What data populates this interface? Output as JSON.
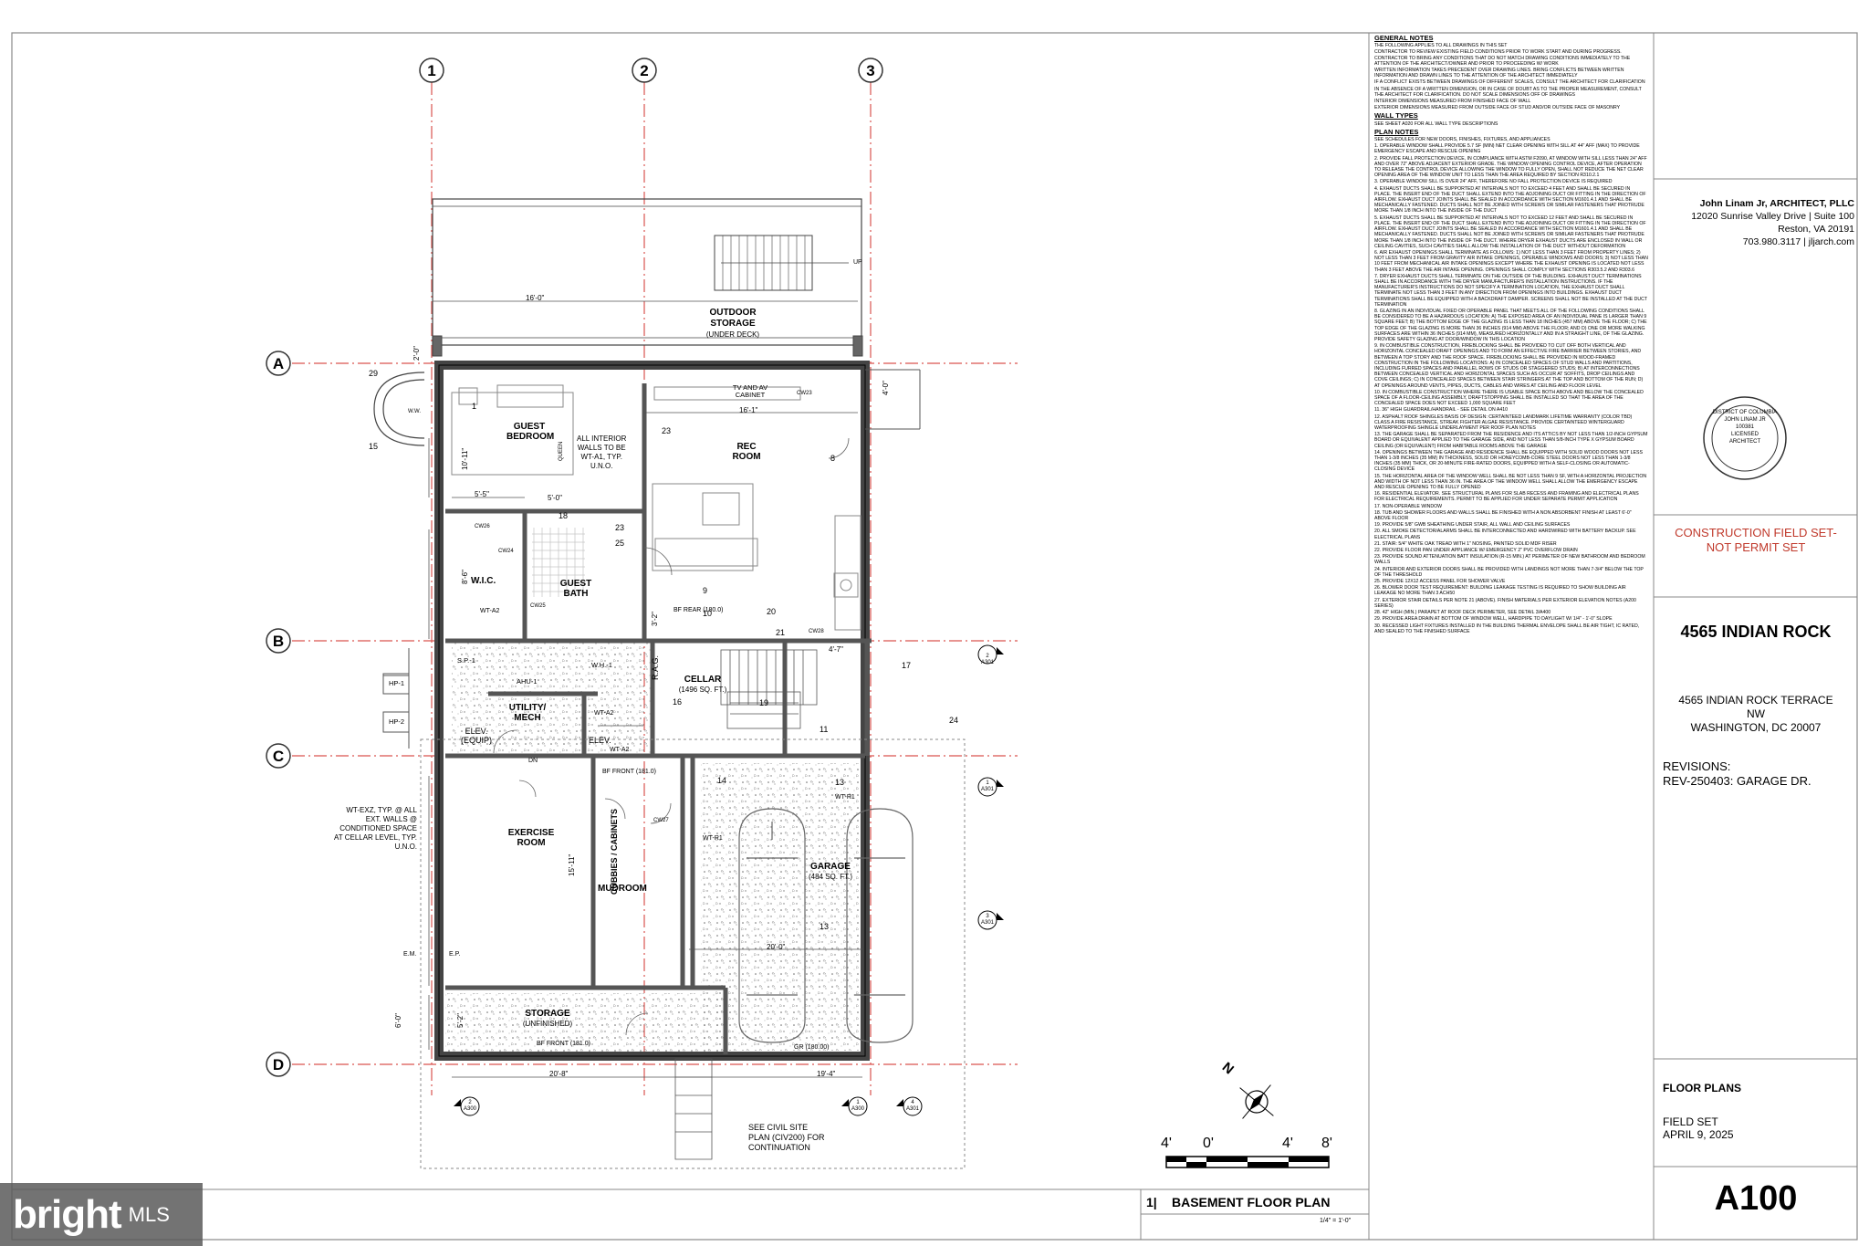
{
  "grid": {
    "cols": [
      "1",
      "2",
      "3"
    ],
    "rows": [
      "A",
      "B",
      "C",
      "D"
    ]
  },
  "firm": {
    "name": "John Linam Jr, ARCHITECT, PLLC",
    "address1": "12020 Sunrise Valley Drive | Suite 100",
    "address2": "Reston, VA 20191",
    "contact": "703.980.3117 | jljarch.com"
  },
  "seal": {
    "line1": "DISTRICT OF COLUMBIA",
    "line2": "JOHN LINAM JR",
    "number": "100381",
    "line3": "LICENSED",
    "line4": "ARCHITECT"
  },
  "status": {
    "line1": "CONSTRUCTION FIELD SET-",
    "line2": "NOT PERMIT SET",
    "color": "#c0392b"
  },
  "project": {
    "title": "4565 INDIAN ROCK",
    "address1": "4565 INDIAN ROCK TERRACE",
    "address2": "NW",
    "address3": "WASHINGTON, DC 20007",
    "revisions_label": "REVISIONS:",
    "revision": "REV-250403: GARAGE DR."
  },
  "sheet": {
    "name": "FLOOR PLANS",
    "set": "FIELD SET",
    "date": "APRIL 9, 2025",
    "number": "A100"
  },
  "drawing": {
    "number": "1|",
    "title": "BASEMENT FLOOR PLAN",
    "scale": "1/4\" = 1'-0\""
  },
  "scale_bar": {
    "labels": [
      "4'",
      "0'",
      "4'",
      "8'"
    ]
  },
  "north_label": "N",
  "rooms": {
    "outdoor": "OUTDOOR",
    "storage_under": "STORAGE",
    "under_deck": "(UNDER DECK)",
    "guest_bedroom": "GUEST",
    "bedroom": "BEDROOM",
    "rec_room": "REC",
    "room": "ROOM",
    "wic": "W.I.C.",
    "guest_bath1": "GUEST",
    "guest_bath2": "BATH",
    "cellar": "CELLAR",
    "cellar_area": "(1496 SQ. FT.)",
    "utility": "UTILITY/",
    "mech": "MECH",
    "elev_equip1": "ELEV.",
    "elev_equip2": "(EQUIP)",
    "elev": "ELEV.",
    "exercise": "EXERCISE",
    "exercise_room": "ROOM",
    "mudroom": "MUDROOM",
    "cubbies": "CUBBIES / CABINETS",
    "garage": "GARAGE",
    "garage_area": "(484 SQ. FT.)",
    "storage": "STORAGE",
    "unfinished": "(UNFINISHED)",
    "rag": "R.A.G.",
    "queen": "QUEEN",
    "tv1": "TV AND AV",
    "tv2": "CABINET",
    "ahu": "AHU-1",
    "sp": "S.P.-1",
    "wh": "W.H.-1",
    "hp1": "HP-1",
    "hp2": "HP-2",
    "ww": "W.W."
  },
  "notes_on_plan": {
    "interior_walls": "ALL INTERIOR\nWALLS TO BE\nWT-A1, TYP.\nU.N.O.",
    "ext_walls": "WT-EXZ, TYP. @ ALL\nEXT. WALLS @\nCONDITIONED SPACE\nAT CELLAR LEVEL, TYP.\nU.N.O.",
    "civil": "SEE CIVIL SITE\nPLAN (CIV200) FOR\nCONTINUATION",
    "bf_rear": "BF REAR (180.0)",
    "bf_front": "BF FRONT (181.0)",
    "bf_front2": "BF FRONT (181.0)",
    "gr": "GR (180.00)",
    "up": "UP",
    "dn": "DN",
    "em": "E.M.",
    "ep": "E.P."
  },
  "dims": {
    "d16": "16'-0\"",
    "d161": "16'-1\"",
    "d20": "20'-8\"",
    "d194": "19'-4\"",
    "d50": "5'-0\"",
    "d55": "5'-5\"",
    "d86": "8'-6\"",
    "d1011": "10'-11\"",
    "d1511": "15'-11\"",
    "d60": "6'-0\"",
    "d200": "20'-0\"",
    "d47": "4'-7\"",
    "d32": "3'-2\"",
    "d52": "5'-2\"",
    "d20b": "2'-0\"",
    "d40": "4'-0\""
  },
  "tags": [
    "1",
    "8",
    "9",
    "10",
    "11",
    "13",
    "13",
    "14",
    "15",
    "16",
    "17",
    "18",
    "19",
    "20",
    "21",
    "23",
    "23",
    "24",
    "25",
    "29"
  ],
  "wall_tags": [
    "WT-A2",
    "WT-A2",
    "WT-A2",
    "WT-R1",
    "WT-R1",
    "CW23",
    "CW24",
    "CW25",
    "CW26",
    "CW27",
    "CW28"
  ],
  "general_notes": {
    "heading": "GENERAL NOTES",
    "items": [
      "THE FOLLOWING APPLIES TO ALL DRAWINGS IN THIS SET",
      "CONTRACTOR TO REVIEW EXISTING FIELD CONDITIONS PRIOR TO WORK START AND DURING PROGRESS. CONTRACTOR TO BRING ANY CONDITIONS THAT DO NOT MATCH DRAWING CONDITIONS IMMEDIATELY TO THE ATTENTION OF THE ARCHITECT/OWNER AND PRIOR TO PROCEEDING W/ WORK",
      "WRITTEN INFORMATION TAKES PRECEDENT OVER DRAWING LINES. BRING CONFLICTS BETWEEN WRITTEN INFORMATION AND DRAWN LINES TO THE ATTENTION OF THE ARCHITECT IMMEDIATELY",
      "IF A CONFLICT EXISTS BETWEEN DRAWINGS OF DIFFERENT SCALES, CONSULT THE ARCHITECT FOR CLARIFICATION",
      "IN THE ABSENCE OF A WRITTEN DIMENSION, OR IN CASE OF DOUBT AS TO THE PROPER MEASUREMENT, CONSULT THE ARCHITECT FOR CLARIFICATION. DO NOT SCALE DIMENSIONS OFF OF DRAWINGS",
      "INTERIOR DIMENSIONS MEASURED FROM FINISHED FACE OF WALL",
      "EXTERIOR DIMENSIONS MEASURED FROM OUTSIDE FACE OF STUD AND/OR OUTSIDE FACE OF MASONRY"
    ]
  },
  "wall_types": {
    "heading": "WALL TYPES",
    "text": "SEE SHEET A020 FOR ALL WALL TYPE DESCRIPTIONS"
  },
  "plan_notes": {
    "heading": "PLAN NOTES",
    "intro": "SEE SCHEDULES FOR NEW DOORS, FINISHES, FIXTURES, AND APPLIANCES",
    "items": [
      "1. OPERABLE WINDOW SHALL PROVIDE 5.7 SF (MIN) NET CLEAR OPENING WITH SILL AT 44\" AFF (MAX) TO PROVIDE EMERGENCY ESCAPE AND RESCUE OPENING",
      "2. PROVIDE FALL PROTECTION DEVICE, IN COMPLIANCE WITH ASTM F2090, AT WINDOW WITH SILL LESS THAN 24\" AFF AND OVER 72\" ABOVE ADJACENT EXTERIOR GRADE. THE WINDOW OPENING CONTROL DEVICE, AFTER OPERATION TO RELEASE THE CONTROL DEVICE ALLOWING THE WINDOW TO FULLY OPEN, SHALL NOT REDUCE THE NET CLEAR OPENING AREA OF THE WINDOW UNIT TO LESS THAN THE AREA REQUIRED BY SECTION R310.2.1",
      "3. OPERABLE WINDOW SILL IS OVER 24\" AFF, THEREFORE NO FALL PROTECTION DEVICE IS REQUIRED",
      "4. EXHAUST DUCTS SHALL BE SUPPORTED AT INTERVALS NOT TO EXCEED 4 FEET AND SHALL BE SECURED IN PLACE. THE INSERT END OF THE DUCT SHALL EXTEND INTO THE ADJOINING DUCT OR FITTING IN THE DIRECTION OF AIRFLOW. EXHAUST DUCT JOINTS SHALL BE SEALED IN ACCORDANCE WITH SECTION M1601.4.1 AND SHALL BE MECHANICALLY FASTENED. DUCTS SHALL NOT BE JOINED WITH SCREWS OR SIMILAR FASTENERS THAT PROTRUDE MORE THAN 1/8 INCH INTO THE INSIDE OF THE DUCT",
      "5. EXHAUST DUCTS SHALL BE SUPPORTED AT INTERVALS NOT TO EXCEED 12 FEET AND SHALL BE SECURED IN PLACE. THE INSERT END OF THE DUCT SHALL EXTEND INTO THE ADJOINING DUCT OR FITTING IN THE DIRECTION OF AIRFLOW. EXHAUST DUCT JOINTS SHALL BE SEALED IN ACCORDANCE WITH SECTION M1601.4.1 AND SHALL BE MECHANICALLY FASTENED. DUCTS SHALL NOT BE JOINED WITH SCREWS OR SIMILAR FASTENERS THAT PROTRUDE MORE THAN 1/8 INCH INTO THE INSIDE OF THE DUCT. WHERE DRYER EXHAUST DUCTS ARE ENCLOSED IN WALL OR CEILING CAVITIES, SUCH CAVITIES SHALL ALLOW THE INSTALLATION OF THE DUCT WITHOUT DEFORMATION",
      "6. AIR EXHAUST OPENINGS SHALL TERMINATE AS FOLLOWS: 1) NOT LESS THAN 3 FEET FROM PROPERTY LINES; 2) NOT LESS THAN 3 FEET FROM GRAVITY AIR INTAKE OPENINGS, OPERABLE WINDOWS AND DOORS; 3) NOT LESS THAN 10 FEET FROM MECHANICAL AIR INTAKE OPENINGS EXCEPT WHERE THE EXHAUST OPENING IS LOCATED NOT LESS THAN 3 FEET ABOVE THE AIR INTAKE OPENING. OPENINGS SHALL COMPLY WITH SECTIONS R303.5.2 AND R303.6",
      "7. DRYER EXHAUST DUCTS SHALL TERMINATE ON THE OUTSIDE OF THE BUILDING. EXHAUST DUCT TERMINATIONS SHALL BE IN ACCORDANCE WITH THE DRYER MANUFACTURER'S INSTALLATION INSTRUCTIONS. IF THE MANUFACTURER'S INSTRUCTIONS DO NOT SPECIFY A TERMINATION LOCATION, THE EXHAUST DUCT SHALL TERMINATE NOT LESS THAN 3 FEET IN ANY DIRECTION FROM OPENINGS INTO BUILDINGS. EXHAUST DUCT TERMINATIONS SHALL BE EQUIPPED WITH A BACKDRAFT DAMPER. SCREENS SHALL NOT BE INSTALLED AT THE DUCT TERMINATION",
      "8. GLAZING IN AN INDIVIDUAL FIXED OR OPERABLE PANEL THAT MEETS ALL OF THE FOLLOWING CONDITIONS SHALL BE CONSIDERED TO BE A HAZARDOUS LOCATION: A) THE EXPOSED AREA OF AN INDIVIDUAL PANE IS LARGER THAN 9 SQUARE FEET; B) THE BOTTOM EDGE OF THE GLAZING IS LESS THAN 18 INCHES (457 MM) ABOVE THE FLOOR; C) THE TOP EDGE OF THE GLAZING IS MORE THAN 36 INCHES (914 MM) ABOVE THE FLOOR; AND D) ONE OR MORE WALKING SURFACES ARE WITHIN 36 INCHES (914 MM), MEASURED HORIZONTALLY AND IN A STRAIGHT LINE, OF THE GLAZING. PROVIDE SAFETY GLAZING AT DOOR/WINDOW IN THIS LOCATION",
      "9. IN COMBUSTIBLE CONSTRUCTION, FIREBLOCKING SHALL BE PROVIDED TO CUT OFF BOTH VERTICAL AND HORIZONTAL CONCEALED DRAFT OPENINGS AND TO FORM AN EFFECTIVE FIRE BARRIER BETWEEN STORIES, AND BETWEEN A TOP STORY AND THE ROOF SPACE. FIREBLOCKING SHALL BE PROVIDED IN WOOD-FRAMED CONSTRUCTION IN THE FOLLOWING LOCATIONS: A) IN CONCEALED SPACES OF STUD WALLS AND PARTITIONS, INCLUDING FURRED SPACES AND PARALLEL ROWS OF STUDS OR STAGGERED STUDS; B) AT INTERCONNECTIONS BETWEEN CONCEALED VERTICAL AND HORIZONTAL SPACES SUCH AS OCCUR AT SOFFITS, DROP CEILINGS AND COVE CEILINGS; C) IN CONCEALED SPACES BETWEEN STAIR STRINGERS AT THE TOP AND BOTTOM OF THE RUN; D) AT OPENINGS AROUND VENTS, PIPES, DUCTS, CABLES AND WIRES AT CEILING AND FLOOR LEVEL",
      "10. IN COMBUSTIBLE CONSTRUCTION WHERE THERE IS USABLE SPACE BOTH ABOVE AND BELOW THE CONCEALED SPACE OF A FLOOR-CEILING ASSEMBLY, DRAFTSTOPPING SHALL BE INSTALLED SO THAT THE AREA OF THE CONCEALED SPACE DOES NOT EXCEED 1,000 SQUARE FEET",
      "11. 36\" HIGH GUARDRAIL/HANDRAIL - SEE DETAIL ON A410",
      "12. ASPHALT ROOF SHINGLES BASIS OF DESIGN: CERTAINTEED LANDMARK LIFETIME WARRANTY (COLOR TBD) CLASS A FIRE RESISTANCE, STREAK FIGHTER ALGAE RESISTANCE. PROVIDE CERTAINTEED WINTERGUARD WATERPROOFING SHINGLE UNDERLAYMENT PER ROOF PLAN NOTES",
      "13. THE GARAGE SHALL BE SEPARATED FROM THE RESIDENCE AND ITS ATTICS BY NOT LESS THAN 1/2-INCH GYPSUM BOARD OR EQUIVALENT APPLIED TO THE GARAGE SIDE, AND NOT LESS THAN 5/8-INCH TYPE X GYPSUM BOARD CEILING (OR EQUIVALENT) FROM HABITABLE ROOMS ABOVE THE GARAGE",
      "14. OPENINGS BETWEEN THE GARAGE AND RESIDENCE SHALL BE EQUIPPED WITH SOLID WOOD DOORS NOT LESS THAN 1-3/8 INCHES (35 MM) IN THICKNESS, SOLID OR HONEYCOMB-CORE STEEL DOORS NOT LESS THAN 1-3/8 INCHES (35 MM) THICK, OR 20-MINUTE FIRE-RATED DOORS, EQUIPPED WITH A SELF-CLOSING OR AUTOMATIC-CLOSING DEVICE",
      "15. THE HORIZONTAL AREA OF THE WINDOW WELL SHALL BE NOT LESS THAN 9 SF, WITH A HORIZONTAL PROJECTION AND WIDTH OF NOT LESS THAN 36 IN. THE AREA OF THE WINDOW WELL SHALL ALLOW THE EMERGENCY ESCAPE AND RESCUE OPENING TO BE FULLY OPENED",
      "16. RESIDENTIAL ELEVATOR. SEE STRUCTURAL PLANS FOR SLAB RECESS AND FRAMING AND ELECTRICAL PLANS FOR ELECTRICAL REQUIREMENTS. PERMIT TO BE APPLIED FOR UNDER SEPARATE PERMIT APPLICATION",
      "17. NON-OPERABLE WINDOW",
      "18. TUB AND SHOWER FLOORS AND WALLS SHALL BE FINISHED WITH A NON ABSORBENT FINISH AT LEAST 6'-0\" ABOVE FLOOR",
      "19. PROVIDE 5/8\" GWB SHEATHING UNDER STAIR, ALL WALL AND CEILING SURFACES",
      "20. ALL SMOKE DETECTOR/ALARMS SHALL BE INTERCONNECTED AND HARDWIRED WITH BATTERY BACKUP. SEE ELECTRICAL PLANS",
      "21. STAIR: 5/4\" WHITE OAK TREAD WITH 1\" NOSING, PAINTED SOLID MDF RISER",
      "22. PROVIDE FLOOR PAN UNDER APPLIANCE W/ EMERGENCY 2\" PVC OVERFLOW DRAIN",
      "23. PROVIDE SOUND ATTENUATION BATT INSULATION (R-15 MIN.) AT PERIMETER OF NEW BATHROOM AND BEDROOM WALLS",
      "24. INTERIOR AND EXTERIOR DOORS SHALL BE PROVIDED WITH LANDINGS NOT MORE THAN 7-3/4\" BELOW THE TOP OF THE THRESHOLD",
      "25. PROVIDE 12X12 ACCESS PANEL FOR SHOWER VALVE",
      "26. BLOWER DOOR TEST REQUIREMENT: BUILDING LEAKAGE TESTING IS REQUIRED TO SHOW BUILDING AIR LEAKAGE NO MORE THAN 3 ACH50",
      "27. EXTERIOR STAIR DETAILS PER NOTE 21 (ABOVE). FINISH MATERIALS PER EXTERIOR ELEVATION NOTES (A200 SERIES)",
      "28. 42\" HIGH (MIN.) PARAPET AT ROOF DECK PERIMETER, SEE DETAIL 3/A400",
      "29. PROVIDE AREA DRAIN AT BOTTOM OF WINDOW WELL, HARDPIPE TO DAYLIGHT W/ 1/4\" - 1'-0\" SLOPE",
      "30. RECESSED LIGHT FIXTURES INSTALLED IN THE BUILDING THERMAL ENVELOPE SHALL BE AIR TIGHT, IC RATED, AND SEALED TO THE FINISHED SURFACE"
    ]
  },
  "section_marks": [
    {
      "num": "2",
      "sheet": "A301"
    },
    {
      "num": "1",
      "sheet": "A301"
    },
    {
      "num": "3",
      "sheet": "A301"
    },
    {
      "num": "2",
      "sheet": "A300"
    },
    {
      "num": "1",
      "sheet": "A300"
    },
    {
      "num": "4",
      "sheet": "A301"
    }
  ],
  "watermark": {
    "brand": "bright",
    "suffix": "MLS"
  },
  "colors": {
    "grid_line": "#d9534f",
    "wall": "#555555",
    "accent_red": "#c0392b"
  }
}
